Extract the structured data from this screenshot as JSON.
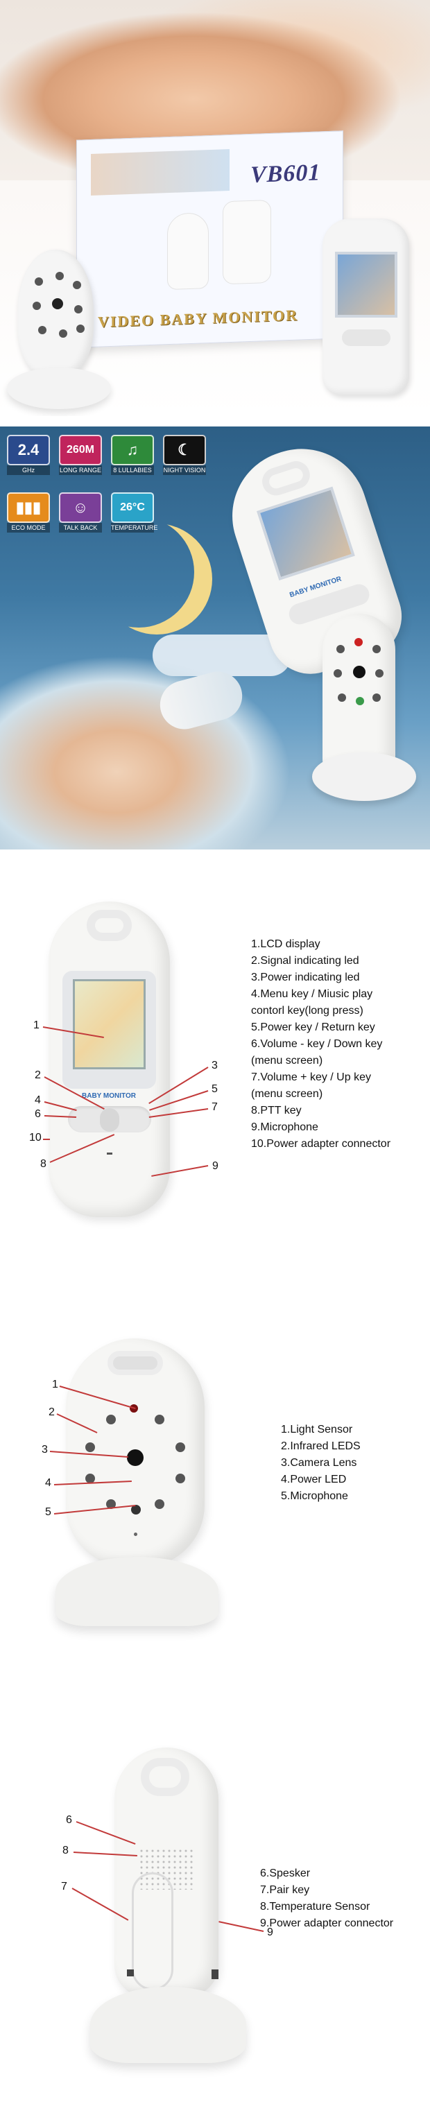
{
  "panel1": {
    "box_model": "VB601",
    "box_subtitle": "VIDEO BABY MONITOR"
  },
  "panel2": {
    "features": [
      {
        "icon": "2.4",
        "label": "GHz",
        "color": "#2a4a8c"
      },
      {
        "icon": "260M",
        "label": "LONG RANGE",
        "color": "#c0245c"
      },
      {
        "icon": "♫",
        "label": "8 LULLABIES",
        "color": "#2e8a3a"
      },
      {
        "icon": "☾",
        "label": "NIGHT VISION",
        "color": "#111111"
      },
      {
        "icon": "▮▮▮",
        "label": "ECO MODE",
        "color": "#e58b1c"
      },
      {
        "icon": "☺",
        "label": "TALK BACK",
        "color": "#7a3f98"
      },
      {
        "icon": "26°C",
        "label": "TEMPERATURE",
        "color": "#2aa3c8"
      }
    ],
    "screen_label": "BABY MONITOR"
  },
  "panel3": {
    "callouts": [
      "1",
      "2",
      "3",
      "4",
      "5",
      "6",
      "7",
      "8",
      "9",
      "10"
    ],
    "specs": [
      "1.LCD display",
      "2.Signal indicating led",
      "3.Power indicating led",
      "4.Menu key / Miusic play",
      "  contorl key(long press)",
      "5.Power key / Return key",
      "6.Volume - key / Down key",
      "  (menu screen)",
      "7.Volume + key / Up key",
      "  (menu screen)",
      "8.PTT key",
      "9.Microphone",
      "10.Power adapter connector"
    ],
    "screen_label": "BABY MONITOR"
  },
  "panel4": {
    "callouts": [
      "1",
      "2",
      "3",
      "4",
      "5"
    ],
    "specs": [
      "1.Light Sensor",
      "2.Infrared LEDS",
      "3.Camera Lens",
      "4.Power LED",
      "5.Microphone"
    ]
  },
  "panel5": {
    "callouts": [
      "6",
      "8",
      "7",
      "9"
    ],
    "specs": [
      "6.Spesker",
      "7.Pair key",
      "8.Temperature Sensor",
      "9.Power adapter connector"
    ]
  }
}
